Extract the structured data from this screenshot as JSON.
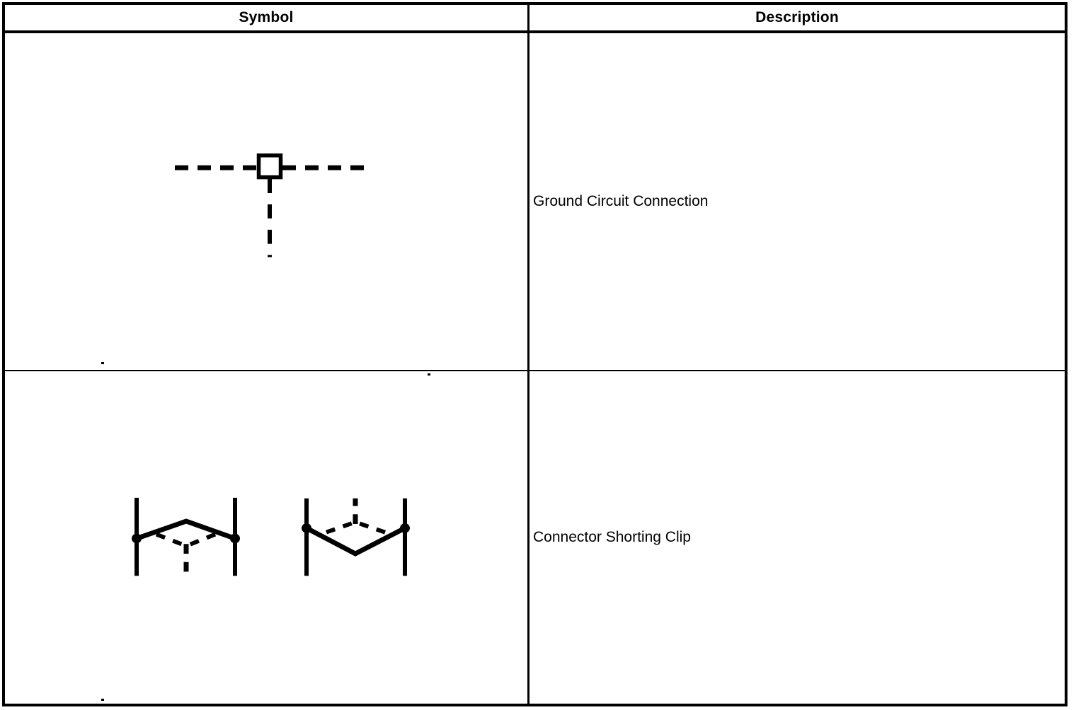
{
  "table": {
    "columns": [
      {
        "key": "symbol",
        "label": "Symbol"
      },
      {
        "key": "description",
        "label": "Description"
      }
    ],
    "rows": [
      {
        "symbol_name": "ground-circuit-connection-symbol",
        "description": "Ground Circuit Connection"
      },
      {
        "symbol_name": "connector-shorting-clip-symbol",
        "description": "Connector Shorting Clip"
      }
    ]
  },
  "symbols": {
    "ground_circuit_connection": {
      "name": "ground-circuit-connection-symbol",
      "parts": [
        "dashed-horizontal-left-lead",
        "hollow-square-node",
        "dashed-horizontal-right-lead",
        "dashed-vertical-ground-lead"
      ]
    },
    "connector_shorting_clip": {
      "name": "connector-shorting-clip-symbol",
      "variants": [
        "clip-variant-upper-apex",
        "clip-variant-lower-apex"
      ],
      "parts": [
        "left-connector-bar",
        "right-connector-bar",
        "left-terminal-dot",
        "right-terminal-dot",
        "solid-clip-bridge",
        "dashed-circuit-branch",
        "dashed-circuit-stem"
      ]
    }
  },
  "style": {
    "ink": "#000000",
    "paper": "#ffffff"
  }
}
